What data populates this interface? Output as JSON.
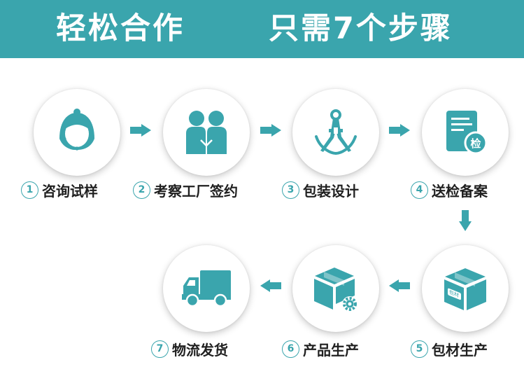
{
  "banner": {
    "title_left": "轻松合作",
    "title_right": "只需7个步骤",
    "background": "#3aa5ad"
  },
  "accent_color": "#3aa5ad",
  "steps": [
    {
      "number": "1",
      "label": "咨询试样",
      "icon": "customer-service-headset-icon"
    },
    {
      "number": "2",
      "label": "考察工厂签约",
      "icon": "handshake-people-icon"
    },
    {
      "number": "3",
      "label": "包装设计",
      "icon": "drafting-compass-icon"
    },
    {
      "number": "4",
      "label": "送检备案",
      "icon": "inspection-document-icon",
      "badge": "检"
    },
    {
      "number": "5",
      "label": "包材生产",
      "icon": "material-box-icon",
      "badge": "包材"
    },
    {
      "number": "6",
      "label": "产品生产",
      "icon": "box-with-gear-icon"
    },
    {
      "number": "7",
      "label": "物流发货",
      "icon": "delivery-truck-icon"
    }
  ]
}
